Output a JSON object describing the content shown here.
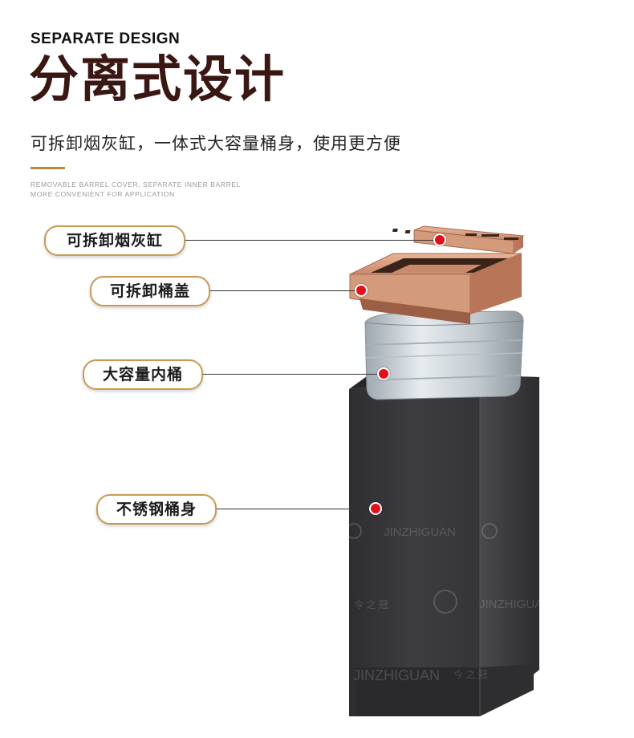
{
  "header": {
    "en_title": "SEPARATE DESIGN",
    "cn_title": "分离式设计",
    "subtitle": "可拆卸烟灰缸，一体式大容量桶身，使用更方便",
    "small_en_line1": "REMOVABLE BARREL COVER, SEPARATE INNER BARREL",
    "small_en_line2": "MORE CONVENIENT FOR APPLICATION"
  },
  "labels": [
    {
      "text": "可拆卸烟灰缸"
    },
    {
      "text": "可拆卸桶盖"
    },
    {
      "text": "大容量内桶"
    },
    {
      "text": "不锈钢桶身"
    }
  ],
  "watermark": {
    "brand_en": "JINZHIGUAN",
    "brand_cn": "今 之 冠"
  },
  "colors": {
    "title_brown": "#3a1713",
    "accent_gold": "#c89b55",
    "marker_red": "#e3101a",
    "rose_gold": "#c98a6a",
    "body_dark": "#3a3a3c"
  }
}
